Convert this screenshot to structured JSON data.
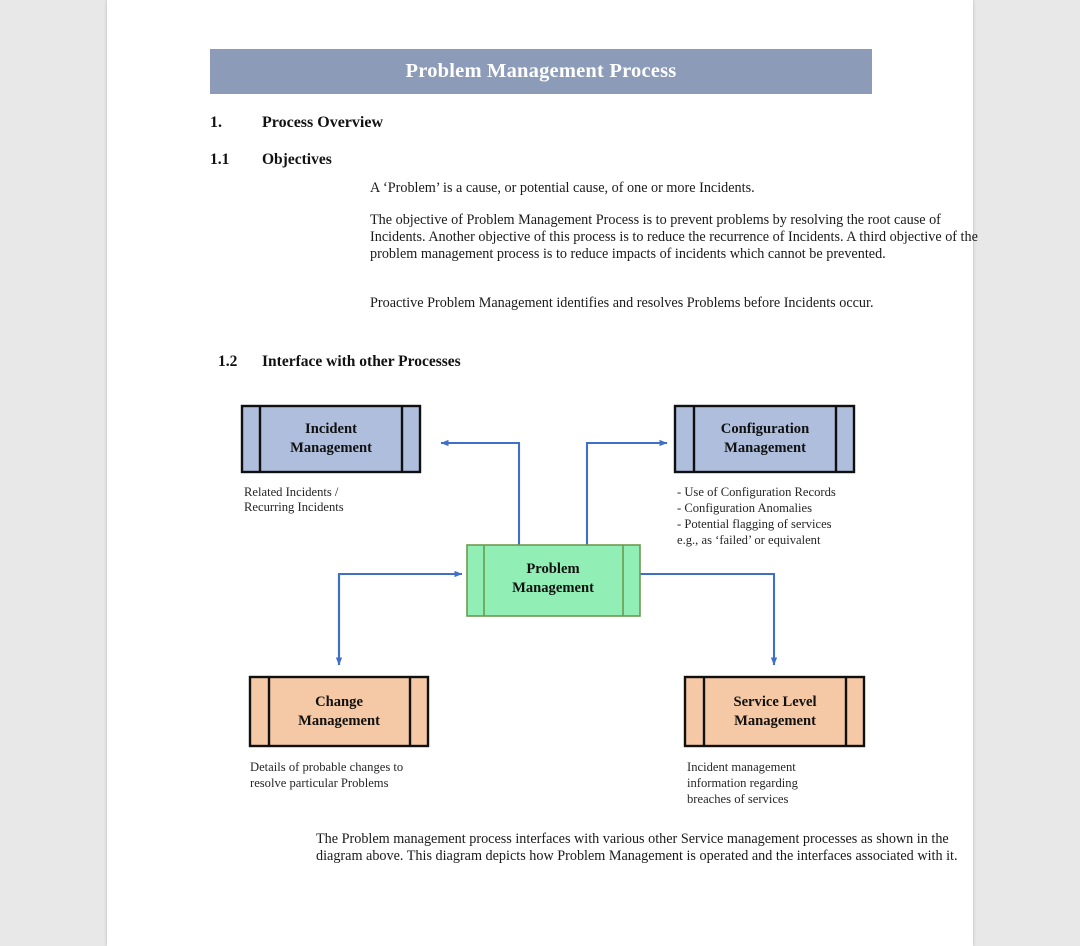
{
  "document": {
    "title": "Problem Management Process",
    "banner_color": "#8c9cb8",
    "page_background": "#ffffff",
    "canvas_background": "#e8e8e8"
  },
  "sections": {
    "overview": {
      "number": "1.",
      "title": "Process Overview"
    },
    "objectives": {
      "number": "1.1",
      "title": "Objectives"
    },
    "interface": {
      "number": "1.2",
      "title": "Interface with other Processes"
    }
  },
  "paragraphs": {
    "definition": "A ‘Problem’ is a cause, or potential cause, of one or more Incidents.",
    "objective": "The objective of Problem Management Process is to prevent problems by resolving the root cause of Incidents. Another objective of this process is to reduce the recurrence of Incidents. A third objective of the problem management process is to reduce impacts of incidents which cannot be prevented.",
    "proactive": "Proactive Problem Management identifies and resolves Problems before Incidents occur.",
    "closing": "The Problem management process interfaces with various other Service management processes as shown in the diagram above. This diagram depicts how Problem Management is operated and the interfaces associated with it."
  },
  "diagram": {
    "type": "process-interface-diagram",
    "colors": {
      "incident_fill": "#aebedc",
      "configuration_fill": "#aebedc",
      "problem_fill": "#91efb5",
      "problem_stroke": "#6a9a50",
      "change_fill": "#f5c9a5",
      "service_level_fill": "#f5c9a5",
      "box_stroke": "#101010",
      "connector": "#3f6fc8"
    },
    "nodes": {
      "incident": {
        "label_line1": "Incident",
        "label_line2": "Management",
        "caption": [
          "Related Incidents /",
          "Recurring Incidents"
        ]
      },
      "configuration": {
        "label_line1": "Configuration",
        "label_line2": "Management",
        "caption": [
          "-  Use of Configuration  Records",
          "-  Configuration  Anomalies",
          "-  Potential flagging of services",
          "    e.g., as ‘failed’ or equivalent"
        ]
      },
      "problem": {
        "label_line1": "Problem",
        "label_line2": "Management",
        "caption": []
      },
      "change": {
        "label_line1": "Change",
        "label_line2": "Management",
        "caption": [
          "Details of probable changes to",
          "resolve particular Problems"
        ]
      },
      "service_level": {
        "label_line1": "Service Level",
        "label_line2": "Management",
        "caption": [
          "Incident management",
          "information  regarding",
          "breaches of services"
        ]
      }
    },
    "connectors": [
      {
        "from": "problem",
        "to": "incident",
        "arrowheads": [
          "incident"
        ]
      },
      {
        "from": "problem",
        "to": "configuration",
        "arrowheads": [
          "configuration"
        ]
      },
      {
        "from": "change",
        "to": "problem",
        "arrowheads": [
          "problem",
          "change"
        ]
      },
      {
        "from": "problem",
        "to": "service_level",
        "arrowheads": [
          "service_level"
        ]
      }
    ]
  }
}
